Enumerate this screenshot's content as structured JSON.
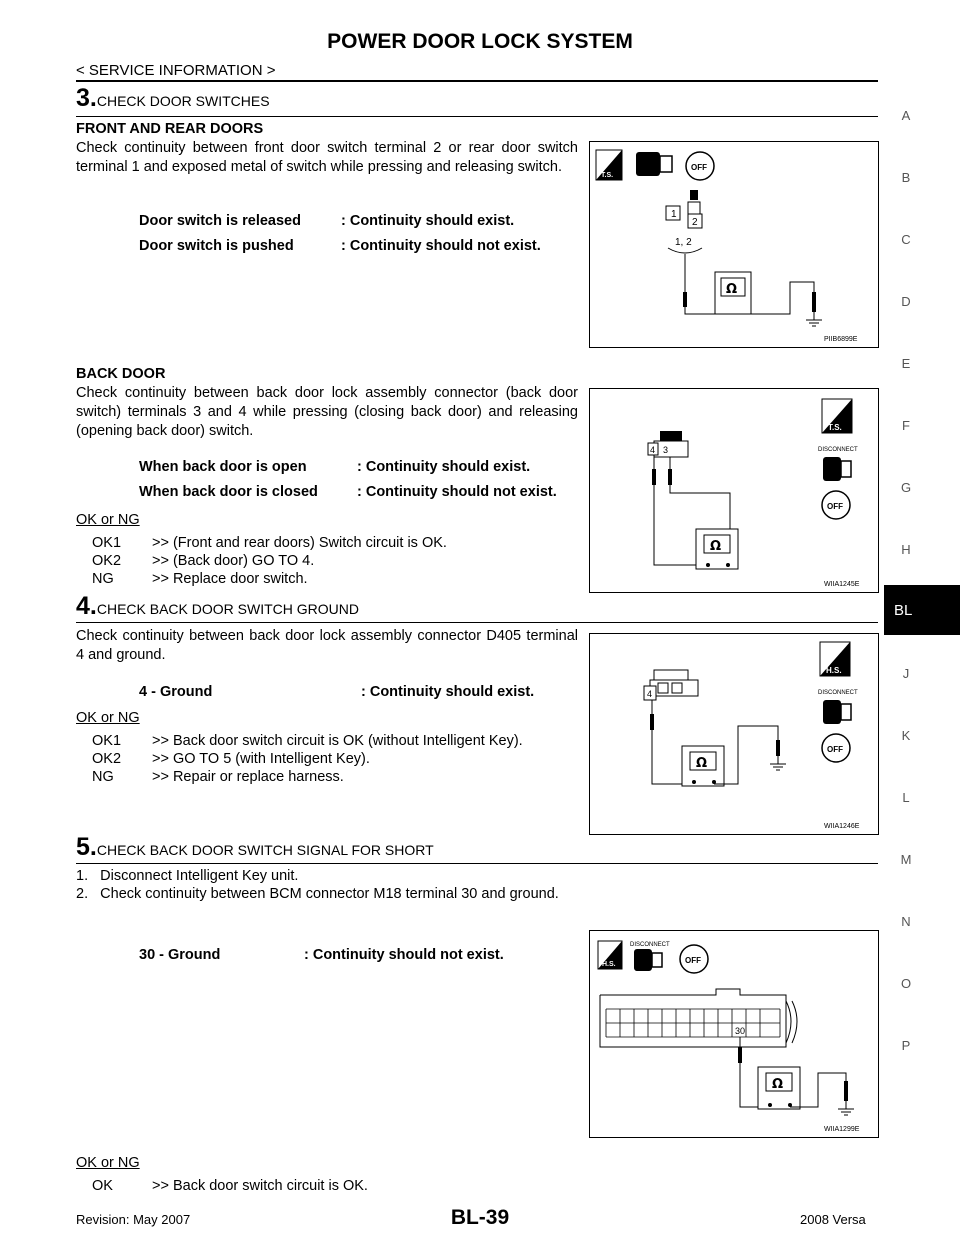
{
  "header": {
    "title": "POWER DOOR LOCK SYSTEM",
    "subtitle": "< SERVICE INFORMATION >"
  },
  "side_index": {
    "letters": [
      "A",
      "B",
      "C",
      "D",
      "E",
      "F",
      "G",
      "H",
      "J",
      "K",
      "L",
      "M",
      "N",
      "O",
      "P"
    ],
    "active_tab": "BL"
  },
  "step3": {
    "number": "3.",
    "title": "CHECK DOOR SWITCHES",
    "front_rear": {
      "heading": "FRONT AND REAR DOORS",
      "text": "Check continuity between front door switch terminal 2 or rear door switch terminal 1 and exposed metal of switch while pressing and releasing switch.",
      "specs": [
        {
          "condition": "Door switch is released",
          "result": ": Continuity should exist."
        },
        {
          "condition": "Door switch is pushed",
          "result": ": Continuity should not exist."
        }
      ],
      "figure_code": "PIIB6899E",
      "terminal_labels": [
        "1",
        "2",
        "1, 2"
      ]
    },
    "back": {
      "heading": "BACK DOOR",
      "text": "Check continuity between back door lock assembly connector (back door switch) terminals 3 and 4 while pressing (closing back door) and releasing (opening back door) switch.",
      "specs": [
        {
          "condition": "When back door is open",
          "result": ": Continuity should exist."
        },
        {
          "condition": "When back door is closed",
          "result": ": Continuity should not exist."
        }
      ],
      "figure_code": "WIIA1245E",
      "terminal_labels": [
        "4",
        "3"
      ]
    },
    "ok_ng_label": "OK or NG",
    "results": [
      {
        "key": "OK1",
        "value": ">> (Front and rear doors) Switch circuit is OK."
      },
      {
        "key": "OK2",
        "value": ">> (Back door) GO TO 4."
      },
      {
        "key": "NG",
        "value": ">> Replace door switch."
      }
    ]
  },
  "step4": {
    "number": "4.",
    "title": "CHECK BACK DOOR SWITCH GROUND",
    "text": "Check continuity between back door lock assembly connector D405 terminal 4 and ground.",
    "spec": {
      "condition": "4 - Ground",
      "result": ": Continuity should exist."
    },
    "figure_code": "WIIA1246E",
    "terminal_label": "4",
    "ok_ng_label": "OK or NG",
    "results": [
      {
        "key": "OK1",
        "value": ">> Back door switch circuit is OK (without Intelligent Key)."
      },
      {
        "key": "OK2",
        "value": ">> GO TO 5 (with Intelligent Key)."
      },
      {
        "key": "NG",
        "value": ">> Repair or replace harness."
      }
    ]
  },
  "step5": {
    "number": "5.",
    "title": "CHECK BACK DOOR SWITCH SIGNAL FOR SHORT",
    "items": [
      "1.   Disconnect Intelligent Key unit.",
      "2.   Check continuity between BCM connector M18 terminal 30 and ground."
    ],
    "spec": {
      "condition": "30 - Ground",
      "result": ": Continuity should not exist."
    },
    "figure_code": "WIIA1299E",
    "terminal_label": "30",
    "ok_ng_label": "OK or NG",
    "results": [
      {
        "key": "OK",
        "value": ">> Back door switch circuit is OK."
      }
    ]
  },
  "icons": {
    "ts": "T.S.",
    "hs": "H.S.",
    "disconnect": "DISCONNECT",
    "off": "OFF",
    "ohm": "Ω"
  },
  "footer": {
    "revision": "Revision: May 2007",
    "page": "BL-39",
    "model": "2008 Versa"
  }
}
